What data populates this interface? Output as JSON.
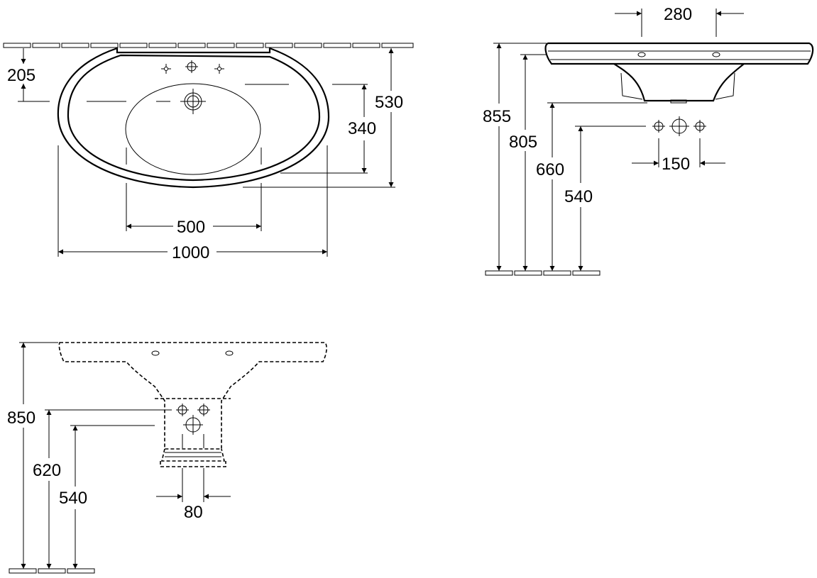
{
  "dimensions": {
    "top_view": {
      "d205": "205",
      "d340": "340",
      "d530": "530",
      "d500": "500",
      "d1000": "1000"
    },
    "side_view": {
      "d280": "280",
      "d855": "855",
      "d805": "805",
      "d660": "660",
      "d540": "540",
      "d150": "150"
    },
    "front_view": {
      "d850": "850",
      "d620": "620",
      "d540": "540",
      "d80": "80"
    }
  },
  "colors": {
    "line": "#000000",
    "background": "#ffffff"
  }
}
